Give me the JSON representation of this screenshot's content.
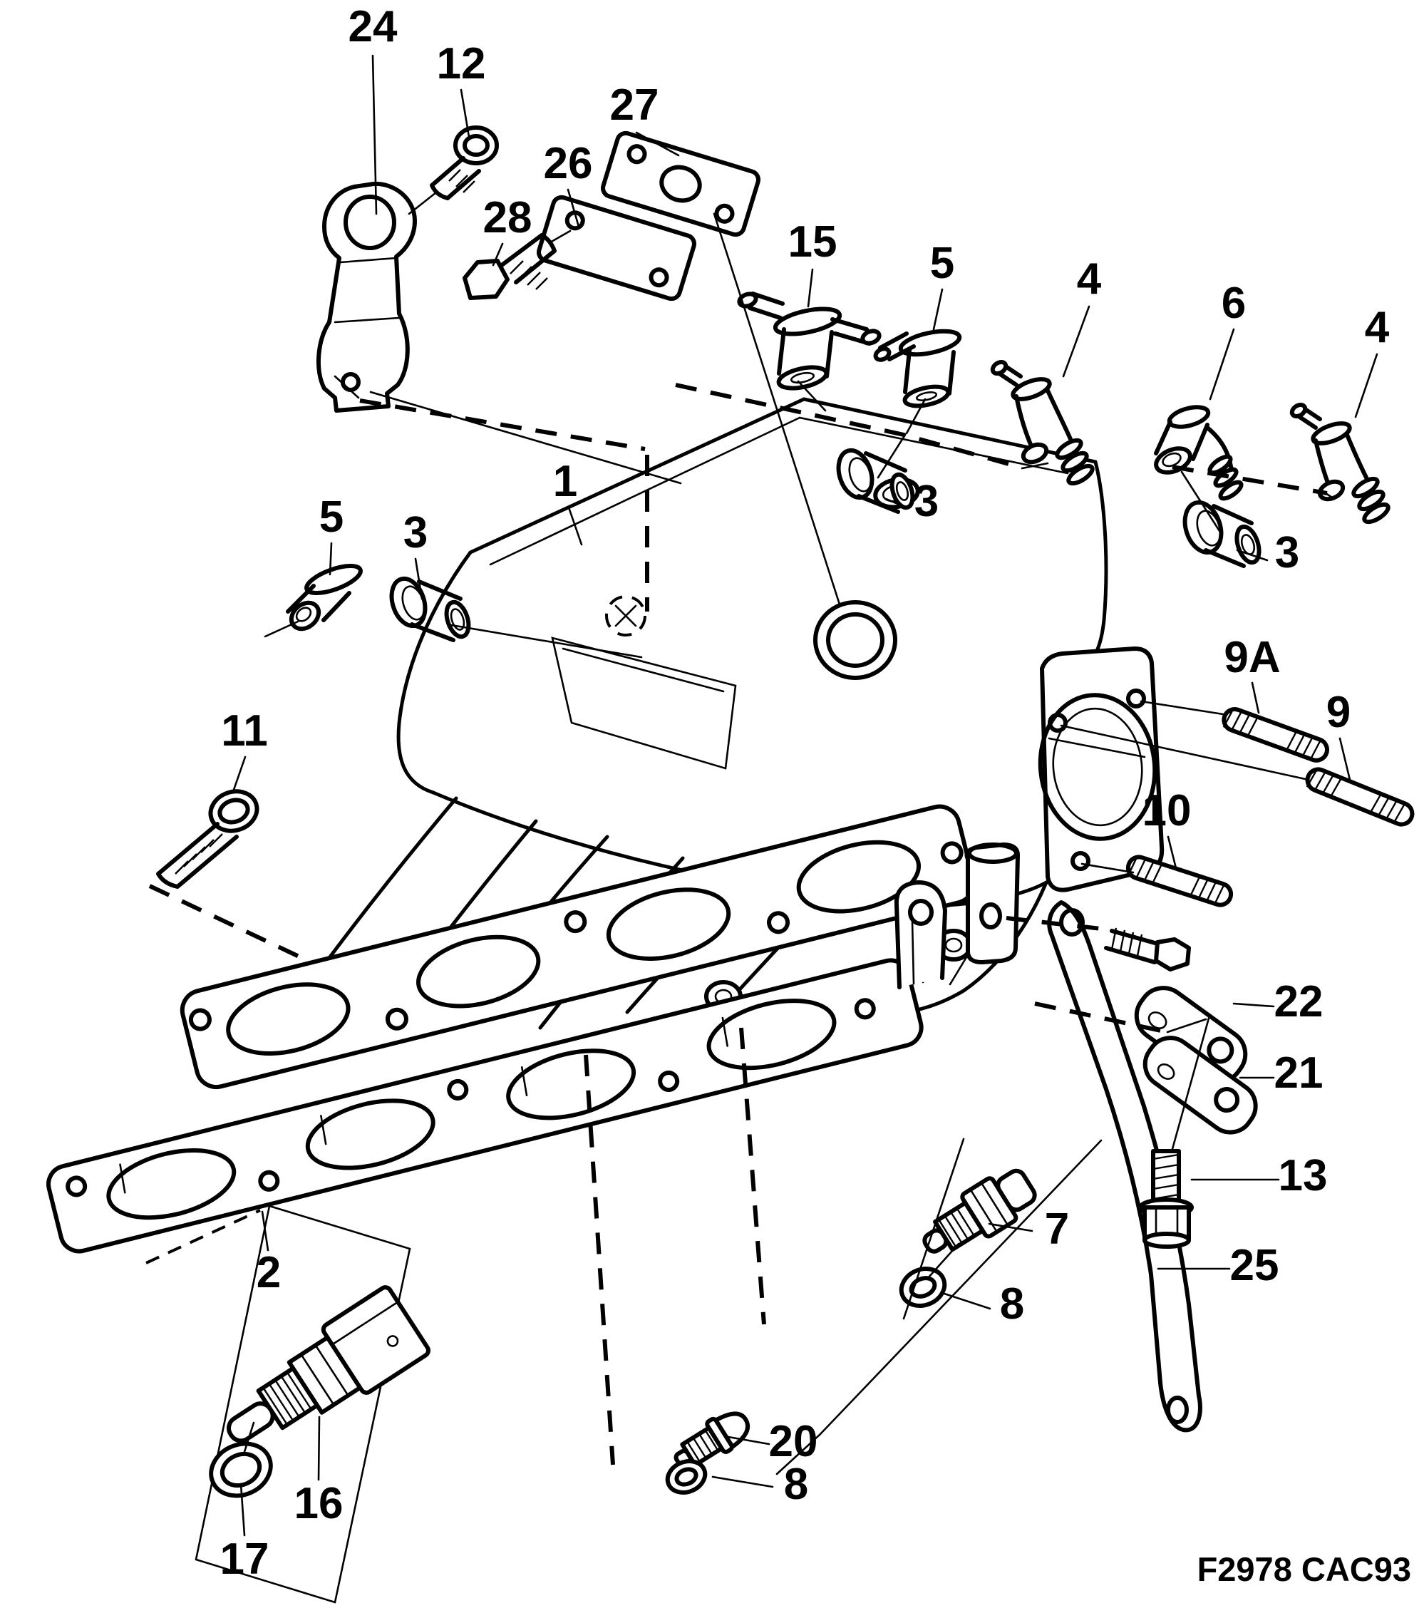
{
  "figure": {
    "code": "F2978 CAC93"
  },
  "callouts": [
    {
      "text": "24"
    },
    {
      "text": "12"
    },
    {
      "text": "27"
    },
    {
      "text": "26"
    },
    {
      "text": "28"
    },
    {
      "text": "15"
    },
    {
      "text": "5"
    },
    {
      "text": "4"
    },
    {
      "text": "6"
    },
    {
      "text": "4"
    },
    {
      "text": "1"
    },
    {
      "text": "5"
    },
    {
      "text": "3"
    },
    {
      "text": "3"
    },
    {
      "text": "3"
    },
    {
      "text": "9A"
    },
    {
      "text": "9"
    },
    {
      "text": "10"
    },
    {
      "text": "11"
    },
    {
      "text": "22"
    },
    {
      "text": "21"
    },
    {
      "text": "13"
    },
    {
      "text": "25"
    },
    {
      "text": "7"
    },
    {
      "text": "8"
    },
    {
      "text": "2"
    },
    {
      "text": "16"
    },
    {
      "text": "17"
    },
    {
      "text": "20"
    },
    {
      "text": "8"
    }
  ]
}
